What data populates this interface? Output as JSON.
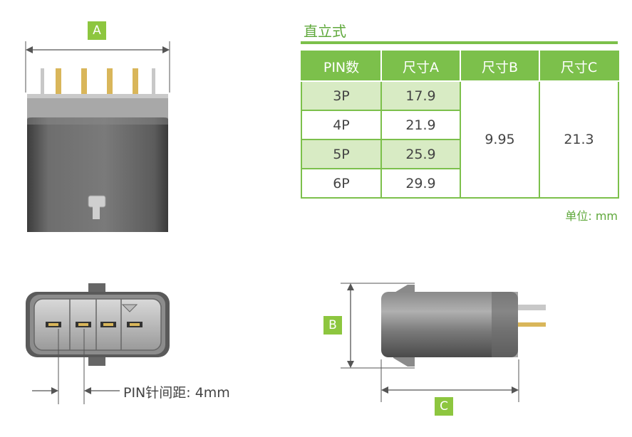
{
  "dimension_labels": {
    "a": "A",
    "b": "B",
    "c": "C"
  },
  "table_title": "直立式",
  "spec_table": {
    "headers": [
      "PIN数",
      "尺寸A",
      "尺寸B",
      "尺寸C"
    ],
    "rows": [
      {
        "pin": "3P",
        "a": "17.9"
      },
      {
        "pin": "4P",
        "a": "21.9"
      },
      {
        "pin": "5P",
        "a": "25.9"
      },
      {
        "pin": "6P",
        "a": "29.9"
      }
    ],
    "size_b": "9.95",
    "size_c": "21.3"
  },
  "unit_note": "单位: mm",
  "pitch_note": "PIN针间距: 4mm",
  "colors": {
    "accent": "#7cc04b",
    "label_box": "#8dc63f",
    "row_shade": "#d8ebc4",
    "pin_gold": "#d9b65a"
  }
}
